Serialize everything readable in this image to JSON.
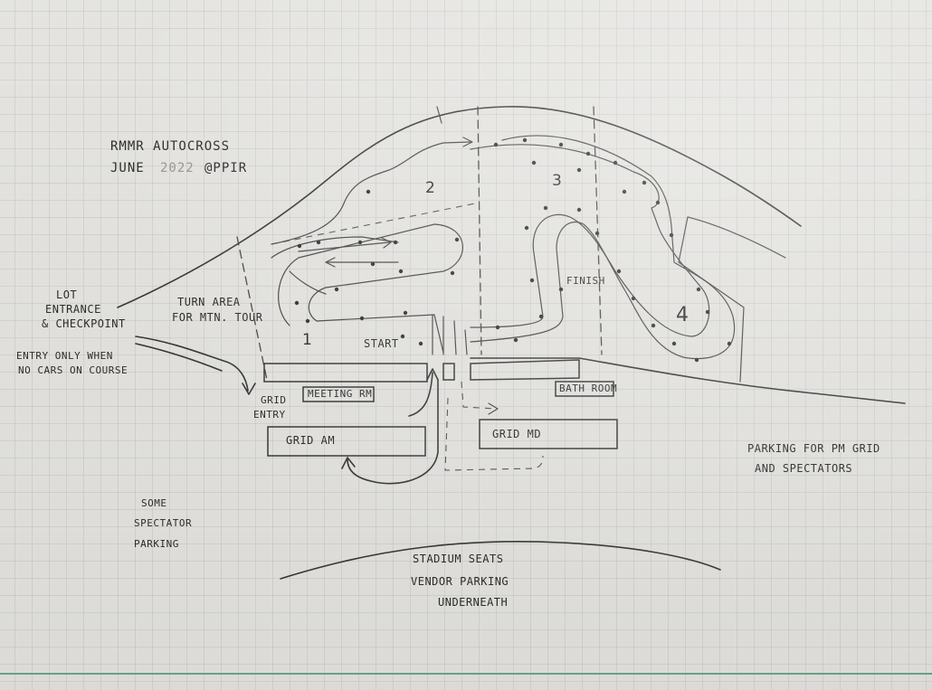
{
  "title": {
    "line1": "RMMR AUTOCROSS",
    "line2": "JUNE",
    "line2_date_scribble": "2022",
    "line2_suffix": "@PPIR"
  },
  "sections": [
    "1",
    "2",
    "3",
    "4"
  ],
  "labels": {
    "start": "START",
    "finish": "FINISH",
    "turn_area_1": "TURN AREA",
    "turn_area_2": "FOR MTN. TOUR",
    "lot_entrance_1": "LOT",
    "lot_entrance_2": "ENTRANCE",
    "lot_entrance_3": "& CHECKPOINT",
    "entry_only_1": "ENTRY ONLY WHEN",
    "entry_only_2": "NO CARS ON COURSE",
    "grid_entry_1": "GRID",
    "grid_entry_2": "ENTRY",
    "meeting_rm": "MEETING RM",
    "bathroom": "BATH ROOM",
    "grid_am": "GRID AM",
    "grid_pm": "GRID MD",
    "pm_parking_1": "PARKING FOR PM GRID",
    "pm_parking_2": "AND SPECTATORS",
    "spectator_1": "SOME",
    "spectator_2": "SPECTATOR",
    "spectator_3": "PARKING",
    "stadium_1": "STADIUM SEATS",
    "stadium_2": "VENDOR PARKING",
    "stadium_3": "UNDERNEATH"
  },
  "colors": {
    "paper": "#ecebe7",
    "grid": "#8c96a0",
    "pencil": "#3a3a3a",
    "margin_line": "#6fae8e"
  }
}
